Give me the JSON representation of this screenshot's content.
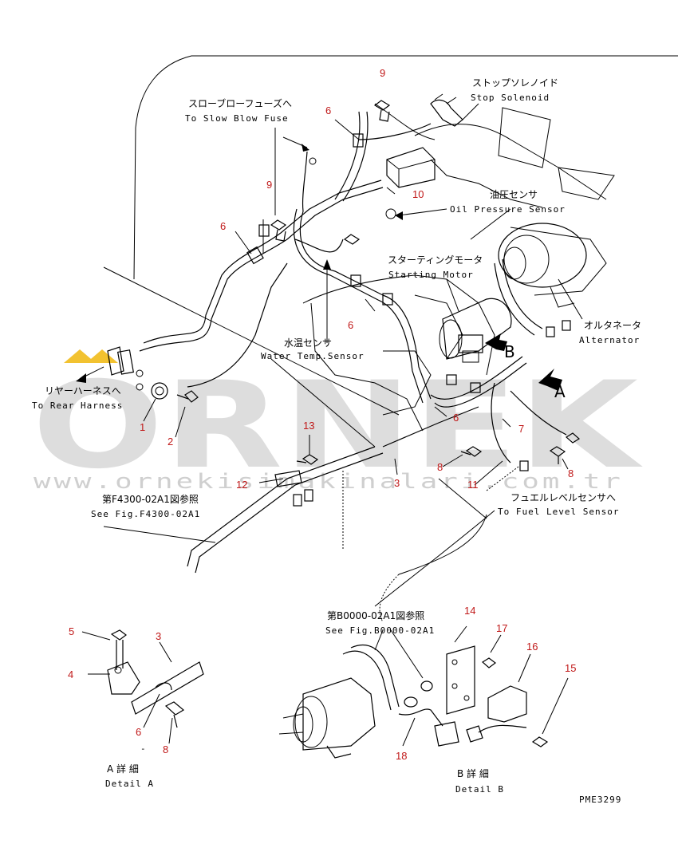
{
  "watermark": {
    "brand": "ORNEK",
    "site": "www.ornekisimakinalari.com.tr",
    "accent_color": "#f2c230"
  },
  "labels": {
    "slow_blow_jp": "スローブローフューズへ",
    "slow_blow_en": "To Slow Blow Fuse",
    "stop_solenoid_jp": "ストップソレノイド",
    "stop_solenoid_en": "Stop Solenoid",
    "oil_pressure_jp": "油圧センサ",
    "oil_pressure_en": "Oil Pressure Sensor",
    "starting_motor_jp": "スターティングモータ",
    "starting_motor_en": "Starting Motor",
    "alternator_jp": "オルタネータ",
    "alternator_en": "Alternator",
    "water_temp_jp": "水温センサ",
    "water_temp_en": "Water Temp.Sensor",
    "rear_harness_jp": "リヤーハーネスへ",
    "rear_harness_en": "To Rear Harness",
    "see_f4300_jp": "第F4300-02A1図参照",
    "see_f4300_en": "See Fig.F4300-02A1",
    "fuel_level_jp": "フュエルレベルセンサへ",
    "fuel_level_en": "To Fuel Level Sensor",
    "see_b0000_jp": "第B0000-02A1図参照",
    "see_b0000_en": "See Fig.B0000-02A1",
    "detail_a_jp": "A 詳 細",
    "detail_a_en": "Detail A",
    "detail_b_jp": "B 詳 細",
    "detail_b_en": "Detail B",
    "drawing_no": "PME3299",
    "view_a": "A",
    "view_b": "B",
    "dash": "-"
  },
  "parts": {
    "p1": "1",
    "p2": "2",
    "p3": "3",
    "p3b": "3",
    "p4": "4",
    "p5": "5",
    "p6a": "6",
    "p6b": "6",
    "p6c": "6",
    "p6d": "6",
    "p6e": "6",
    "p7": "7",
    "p8a": "8",
    "p8b": "8",
    "p8c": "8",
    "p9a": "9",
    "p9b": "9",
    "p10": "10",
    "p11": "11",
    "p12": "12",
    "p13": "13",
    "p14": "14",
    "p15": "15",
    "p16": "16",
    "p17": "17",
    "p18": "18"
  }
}
